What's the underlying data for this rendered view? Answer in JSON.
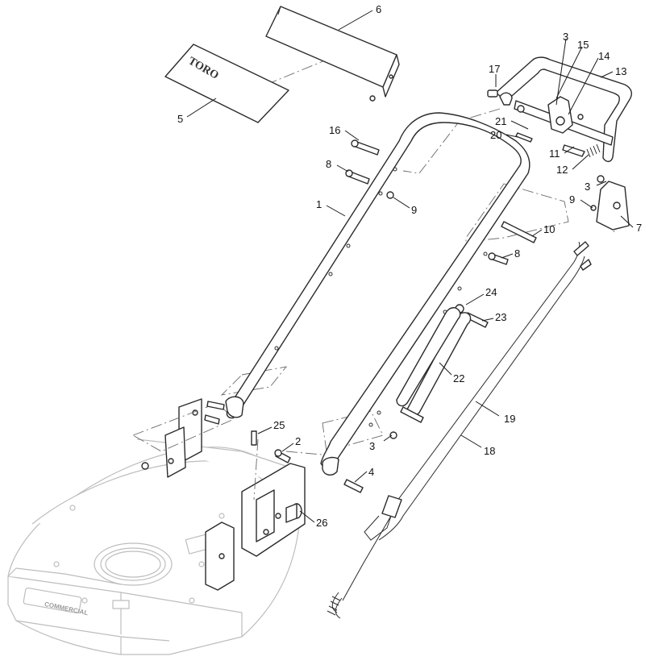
{
  "diagram": {
    "deck_logo_text": "COMMERCIAL",
    "decal_logo_text": "TORO",
    "callouts": [
      {
        "id": "c1",
        "label": "1"
      },
      {
        "id": "c2",
        "label": "2"
      },
      {
        "id": "c3a",
        "label": "3"
      },
      {
        "id": "c3b",
        "label": "3"
      },
      {
        "id": "c3c",
        "label": "3"
      },
      {
        "id": "c4",
        "label": "4"
      },
      {
        "id": "c5",
        "label": "5"
      },
      {
        "id": "c6",
        "label": "6"
      },
      {
        "id": "c7",
        "label": "7"
      },
      {
        "id": "c8a",
        "label": "8"
      },
      {
        "id": "c8b",
        "label": "8"
      },
      {
        "id": "c9a",
        "label": "9"
      },
      {
        "id": "c9b",
        "label": "9"
      },
      {
        "id": "c10",
        "label": "10"
      },
      {
        "id": "c11",
        "label": "11"
      },
      {
        "id": "c12",
        "label": "12"
      },
      {
        "id": "c13",
        "label": "13"
      },
      {
        "id": "c14",
        "label": "14"
      },
      {
        "id": "c15",
        "label": "15"
      },
      {
        "id": "c16",
        "label": "16"
      },
      {
        "id": "c17",
        "label": "17"
      },
      {
        "id": "c18",
        "label": "18"
      },
      {
        "id": "c19",
        "label": "19"
      },
      {
        "id": "c20",
        "label": "20"
      },
      {
        "id": "c21",
        "label": "21"
      },
      {
        "id": "c22",
        "label": "22"
      },
      {
        "id": "c23",
        "label": "23"
      },
      {
        "id": "c24",
        "label": "24"
      },
      {
        "id": "c25",
        "label": "25"
      },
      {
        "id": "c26",
        "label": "26"
      }
    ]
  }
}
